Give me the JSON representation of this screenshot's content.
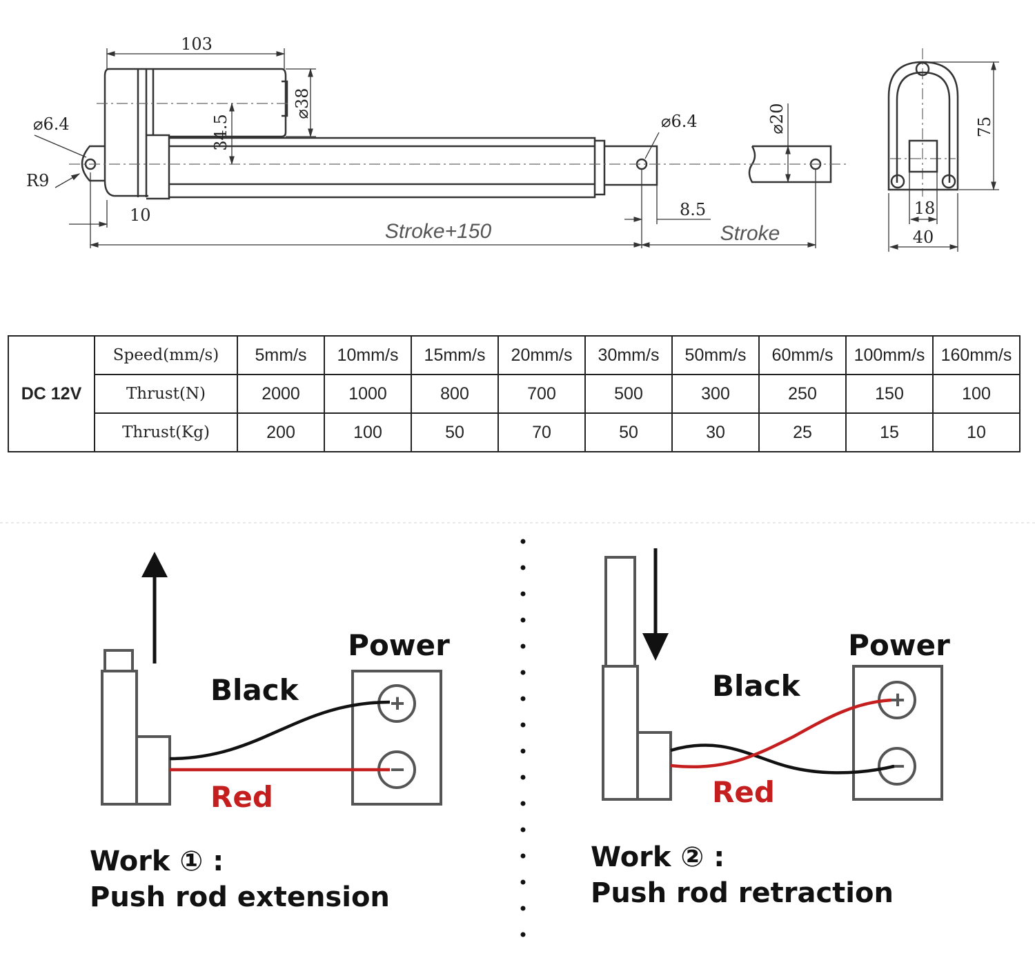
{
  "drawing": {
    "dim_body_length": "103",
    "dim_motor_dia": "⌀38",
    "dim_axis_offset": "34.5",
    "dim_rear_hole": "⌀6.4",
    "dim_rear_radius": "R9",
    "dim_rear_offset": "10",
    "dim_front_hole": "⌀6.4",
    "dim_front_offset": "8.5",
    "dim_rod_dia": "⌀20",
    "dim_installed_length": "Stroke+150",
    "dim_stroke": "Stroke",
    "dim_end_height": "75",
    "dim_end_width": "40",
    "dim_end_slot": "18"
  },
  "table": {
    "voltage": "DC 12V",
    "rows": [
      {
        "label": "Speed(mm/s)",
        "values": [
          "5mm/s",
          "10mm/s",
          "15mm/s",
          "20mm/s",
          "30mm/s",
          "50mm/s",
          "60mm/s",
          "100mm/s",
          "160mm/s"
        ]
      },
      {
        "label": "Thrust(N)",
        "values": [
          "2000",
          "1000",
          "800",
          "700",
          "500",
          "300",
          "250",
          "150",
          "100"
        ]
      },
      {
        "label": "Thrust(Kg)",
        "values": [
          "200",
          "100",
          "50",
          "70",
          "50",
          "30",
          "25",
          "15",
          "10"
        ]
      }
    ]
  },
  "wiring": {
    "colors": {
      "black_wire": "#111111",
      "red_wire": "#c41e1e",
      "red_text": "#c41e1e"
    },
    "left": {
      "power_label": "Power",
      "black_label": "Black",
      "red_label": "Red",
      "work_title": "Work ① :",
      "work_desc": "Push rod extension",
      "plus_symbol": "+",
      "minus_symbol": "−"
    },
    "right": {
      "power_label": "Power",
      "black_label": "Black",
      "red_label": "Red",
      "work_title": "Work ② :",
      "work_desc": "Push rod retraction",
      "plus_symbol": "+",
      "minus_symbol": "−"
    }
  }
}
